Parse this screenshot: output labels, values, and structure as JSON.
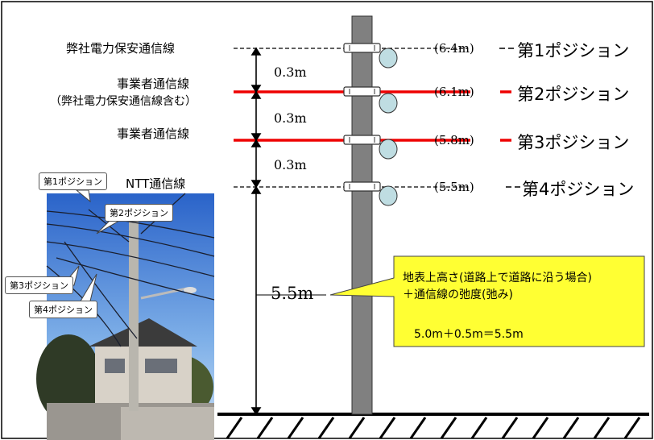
{
  "lines": [
    {
      "label": "弊社電力保安通信線",
      "height": "(6.4m)",
      "position": "第1ポジション",
      "style": "dashed"
    },
    {
      "label": "事業者通信線",
      "sublabel": "（弊社電力保安通信線含む）",
      "height": "(6.1m)",
      "position": "第2ポジション",
      "style": "red"
    },
    {
      "label": "事業者通信線",
      "height": "(5.8m)",
      "position": "第3ポジション",
      "style": "red"
    },
    {
      "label": "NTT通信線",
      "height": "(5.5m)",
      "position": "第4ポジション",
      "style": "dashed"
    }
  ],
  "spacings": [
    "0.3m",
    "0.3m",
    "0.3m"
  ],
  "ground_height": "5.5m",
  "callout": {
    "line1": "地表上高さ(道路上で道路に沿う場合)",
    "line2": "＋通信線の弛度(弛み)",
    "line3": "5.0m＋0.5m＝5.5m"
  },
  "photo_bubbles": [
    "第1ポジション",
    "第2ポジション",
    "第3ポジション",
    "第4ポジション"
  ],
  "colors": {
    "red_line": "#ee0000",
    "pole": "#808080",
    "callout_bg": "#ffff33"
  }
}
